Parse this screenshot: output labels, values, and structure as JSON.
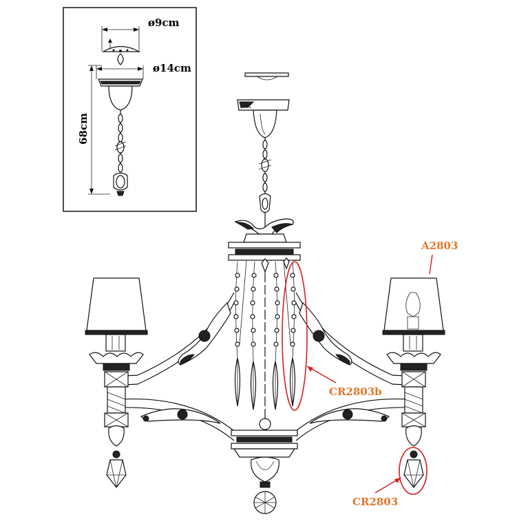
{
  "inset": {
    "dim_top": "ø9cm",
    "dim_mid": "ø14cm",
    "dim_height": "68cm"
  },
  "labels": {
    "shade": "A2803",
    "crystal_strand": "CR2803b",
    "crystal_drop": "CR2803"
  },
  "colors": {
    "label_text": "#e2762a",
    "highlight_ring": "#d62020",
    "line": "#111111"
  }
}
